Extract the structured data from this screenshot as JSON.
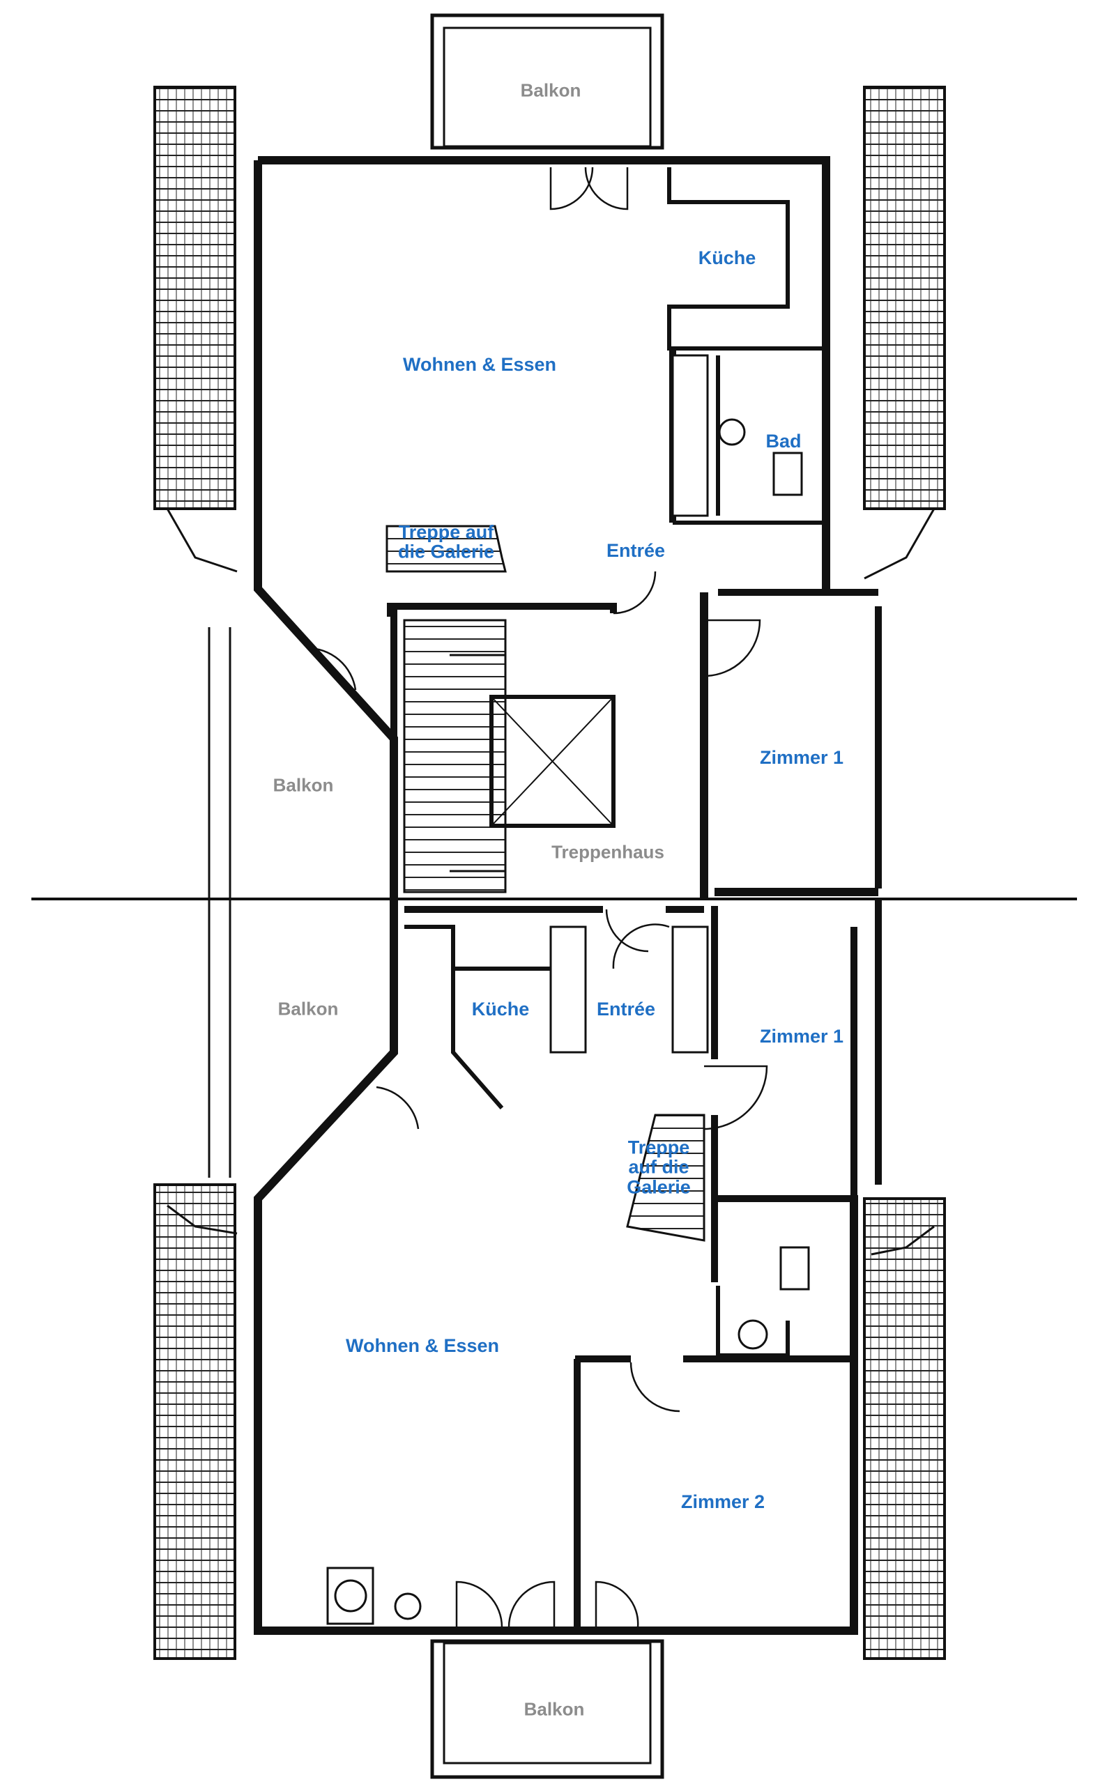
{
  "colors": {
    "room_label": "#1f6fc4",
    "outdoor_label": "#8c8c8c",
    "lines": "#1a1a1a"
  },
  "upper_unit": {
    "balkon_top": "Balkon",
    "kueche": "Küche",
    "wohnen": "Wohnen & Essen",
    "bad": "Bad",
    "treppe": "Treppe auf\ndie Galerie",
    "entree": "Entrée",
    "balkon_side": "Balkon",
    "zimmer1": "Zimmer 1",
    "treppenhaus": "Treppenhaus"
  },
  "lower_unit": {
    "balkon_side": "Balkon",
    "kueche": "Küche",
    "entree": "Entrée",
    "zimmer1": "Zimmer 1",
    "treppe": "Treppe\nauf die\nGalerie",
    "wohnen": "Wohnen & Essen",
    "zimmer2": "Zimmer 2",
    "balkon_bottom": "Balkon"
  }
}
